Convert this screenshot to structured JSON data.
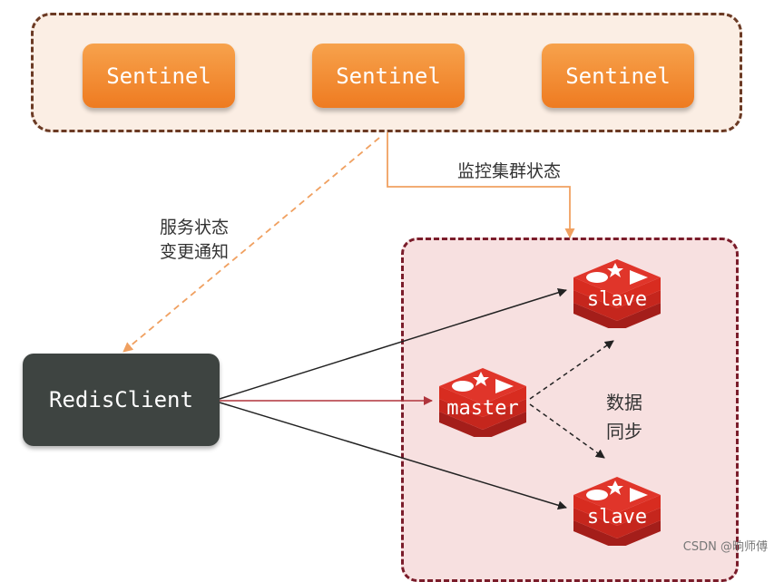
{
  "sentinels": [
    {
      "label": "Sentinel"
    },
    {
      "label": "Sentinel"
    },
    {
      "label": "Sentinel"
    }
  ],
  "labels": {
    "monitor": "监控集群状态",
    "notify_line1": "服务状态",
    "notify_line2": "变更通知",
    "sync_line1": "数据",
    "sync_line2": "同步"
  },
  "client": {
    "label": "RedisClient"
  },
  "nodes": {
    "slave_top": "slave",
    "master": "master",
    "slave_bottom": "slave"
  },
  "watermark": "CSDN @晌师傅",
  "colors": {
    "sentinel": "#ee7b21",
    "redis": "#d82c20",
    "client": "#3e4441",
    "notify_arrow": "#f0a060"
  }
}
